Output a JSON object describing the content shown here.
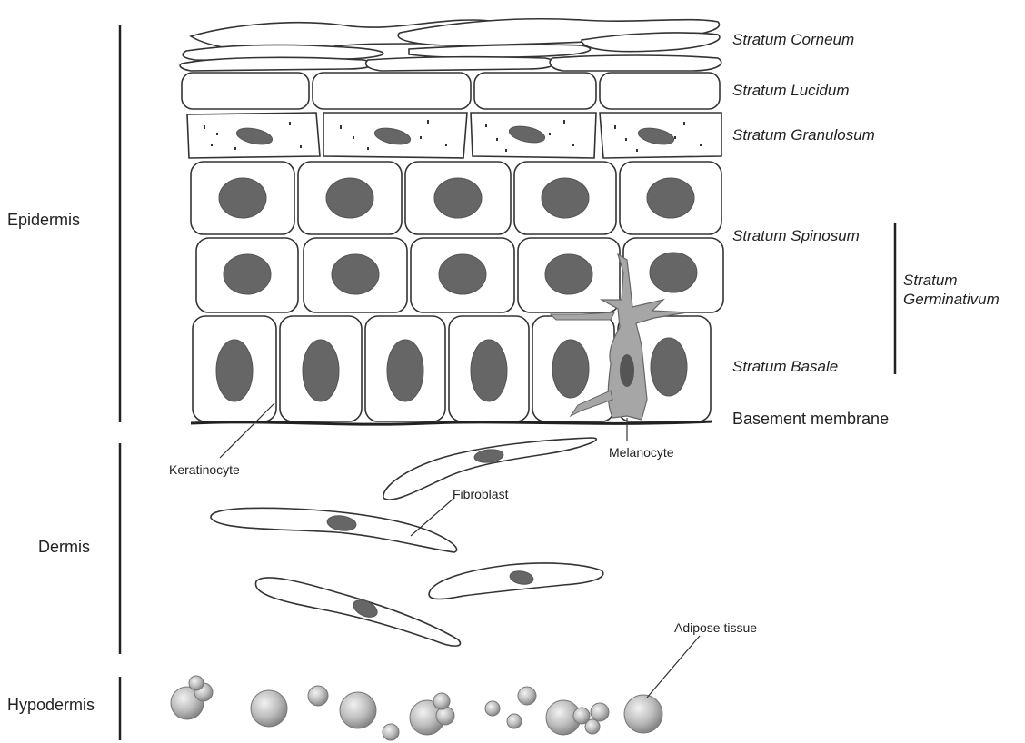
{
  "regions": {
    "epidermis": "Epidermis",
    "dermis": "Dermis",
    "hypodermis": "Hypodermis"
  },
  "layers": {
    "corneum": "Stratum Corneum",
    "lucidum": "Stratum Lucidum",
    "granulosum": "Stratum Granulosum",
    "spinosum": "Stratum Spinosum",
    "germinativum_line1": "Stratum",
    "germinativum_line2": "Germinativum",
    "basale": "Stratum Basale",
    "basement": "Basement membrane"
  },
  "cells": {
    "keratinocyte": "Keratinocyte",
    "melanocyte": "Melanocyte",
    "fibroblast": "Fibroblast",
    "adipose": "Adipose tissue"
  },
  "colors": {
    "nucleus": "#666666",
    "melanocyte": "#a6a6a6",
    "line": "#333333"
  }
}
